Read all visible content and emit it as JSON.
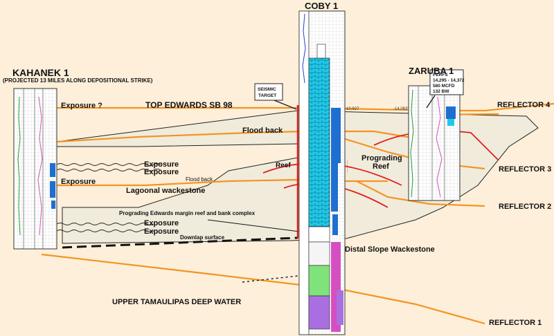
{
  "wells": {
    "kahanek": {
      "name": "KAHANEK 1",
      "note": "(PROJECTED 13 MILES ALONG DEPOSITIONAL STRIKE)"
    },
    "coby": {
      "name": "COBY 1",
      "depth_label": "-10,927"
    },
    "zaruba": {
      "name": "ZARUBA 1",
      "depth_label": "-14,063'"
    }
  },
  "perfs": {
    "line1": "PERFS",
    "line2": "14,295 - 14,372",
    "line3": "580 MCFD",
    "line4": "132 BW"
  },
  "seismic_target": {
    "line1": "SEISMIC",
    "line2": "TARGET"
  },
  "reflectors": {
    "r4": "REFLECTOR 4",
    "r3": "REFLECTOR 3",
    "r2": "REFLECTOR 2",
    "r1": "REFLECTOR 1"
  },
  "labels": {
    "top_edwards": "TOP EDWARDS SB 98",
    "exposure_q": "Exposure ?",
    "flood_back_1": "Flood back",
    "exposure_a": "Exposure",
    "exposure_b": "Exposure",
    "reef": "Reef",
    "flood_back_2": "Flood back",
    "exposure_c": "Exposure",
    "lagoonal": "Lagoonal wackestone",
    "prograding_reef_1": "Prograding",
    "prograding_reef_2": "Reef",
    "margin_complex": "Prograding Edwards margin reef and bank complex",
    "exposure_d": "Exposure",
    "exposure_e": "Exposure",
    "downlap": "Downlap surface",
    "distal_slope": "Distal Slope Wackestone",
    "upper_tamaulipas": "UPPER TAMAULIPAS DEEP WATER"
  },
  "colors": {
    "background": "#fdefd9",
    "body_fill": "#f1ebdc",
    "orange": "#f39421",
    "red": "#e0201a",
    "cyan": "#1fc9e8",
    "blue": "#1e6fd0",
    "pink": "#d54fc3",
    "purple": "#a96fe0",
    "green": "#7fe27a"
  },
  "icons": {
    "reef_hatch": "hatch-pattern",
    "arrow": "arrow-icon"
  }
}
